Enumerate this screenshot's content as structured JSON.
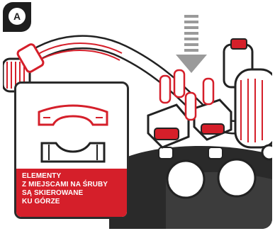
{
  "step_badge": "A",
  "callout": {
    "lines": [
      "ELEMENTY",
      "Z MIEJSCAMI NA ŚRUBY",
      "SĄ SKIEROWANE",
      "KU GÓRZE"
    ]
  },
  "colors": {
    "accent_red": "#d51f2a",
    "outline": "#222222",
    "badge_bg": "#1e1e1e"
  }
}
